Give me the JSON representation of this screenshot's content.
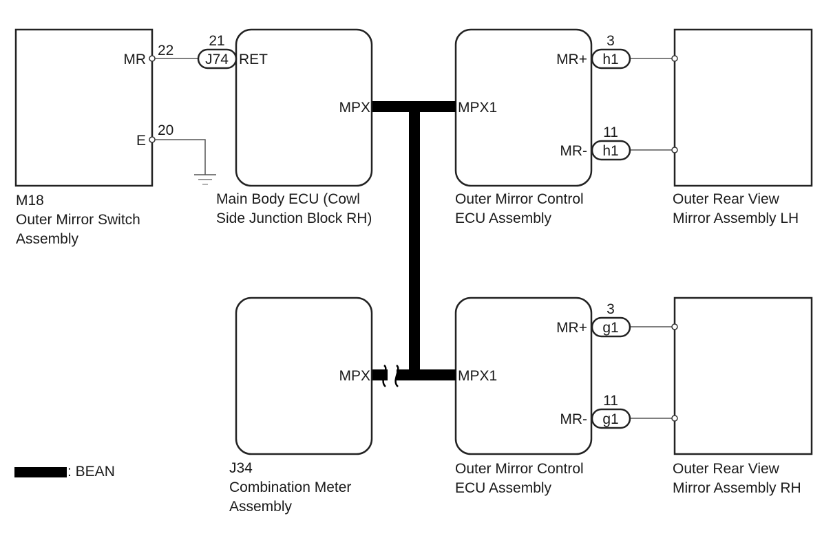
{
  "components": {
    "switch": {
      "code": "M18",
      "name_line1": "Outer Mirror Switch",
      "name_line2": "Assembly",
      "pins": {
        "mr": {
          "label": "MR",
          "num": "22"
        },
        "e": {
          "label": "E",
          "num": "20"
        }
      }
    },
    "main_body": {
      "name_line1": "Main Body ECU (Cowl",
      "name_line2": "Side Junction Block RH)",
      "connector": "J74",
      "connector_pin": "21",
      "ret_label": "RET",
      "mpx_label": "MPX"
    },
    "ctrl_lh": {
      "name_line1": "Outer Mirror Control",
      "name_line2": "ECU Assembly",
      "mpx_label": "MPX1",
      "mrp_label": "MR+",
      "mrm_label": "MR-",
      "connector": "h1",
      "mrp_pin": "3",
      "mrm_pin": "11"
    },
    "mirror_lh": {
      "name_line1": "Outer Rear View",
      "name_line2": "Mirror Assembly LH"
    },
    "meter": {
      "code": "J34",
      "name_line1": "Combination Meter",
      "name_line2": "Assembly",
      "mpx_label": "MPX"
    },
    "ctrl_rh": {
      "name_line1": "Outer Mirror Control",
      "name_line2": "ECU Assembly",
      "mpx_label": "MPX1",
      "mrp_label": "MR+",
      "mrm_label": "MR-",
      "connector": "g1",
      "mrp_pin": "3",
      "mrm_pin": "11"
    },
    "mirror_rh": {
      "name_line1": "Outer Rear View",
      "name_line2": "Mirror Assembly RH"
    }
  },
  "legend": {
    "bean_label": ": BEAN"
  }
}
